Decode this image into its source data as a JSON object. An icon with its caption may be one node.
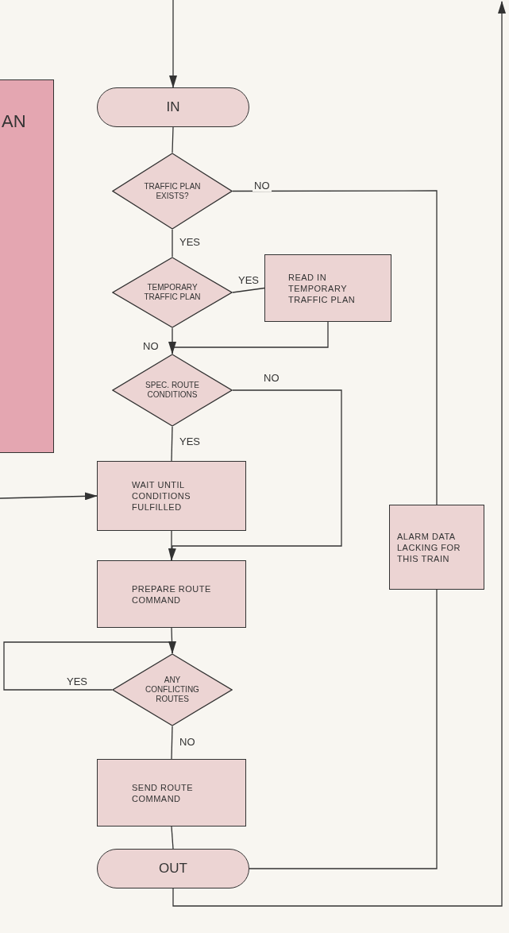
{
  "diagram": {
    "nodes": [
      {
        "text": [
          "AN"
        ]
      },
      {
        "text": [
          "IN"
        ]
      },
      {
        "text": [
          "TRAFFIC PLAN EXISTS?"
        ]
      },
      {
        "text": [
          "TEMPORARY TRAFFIC PLAN"
        ]
      },
      {
        "text": [
          "READ IN TEMPORARY TRAFFIC PLAN"
        ]
      },
      {
        "text": [
          "SPEC. ROUTE CONDITIONS"
        ]
      },
      {
        "text": [
          "WAIT UNTIL CONDITIONS FULFILLED"
        ]
      },
      {
        "text": [
          "PREPARE ROUTE COMMAND"
        ]
      },
      {
        "text": [
          "ANY CONFLICTING ROUTES"
        ]
      },
      {
        "text": [
          "ALARM DATA LACKING FOR THIS TRAIN"
        ]
      },
      {
        "text": [
          "SEND ROUTE COMMAND"
        ]
      },
      {
        "text": [
          "OUT"
        ]
      }
    ],
    "edges": [
      {
        "from": null,
        "to": 1,
        "arrow": "to"
      },
      {
        "from": 1,
        "to": 2,
        "arrow": "none"
      },
      {
        "from": 2,
        "to": 3,
        "arrow": "none",
        "label": "YES"
      },
      {
        "from": 3,
        "to": 4,
        "arrow": "none",
        "label": "YES"
      },
      {
        "from": 4,
        "to": 5,
        "arrow": "to"
      },
      {
        "from": 3,
        "to": 5,
        "arrow": "none",
        "label": "NO"
      },
      {
        "from": 5,
        "to": 6,
        "arrow": "none",
        "label": "YES"
      },
      {
        "from": 5,
        "to": 7,
        "arrow": "to",
        "label": "NO"
      },
      {
        "from": null,
        "to": 6,
        "arrow": "to"
      },
      {
        "from": 6,
        "to": 7,
        "arrow": "none"
      },
      {
        "from": 7,
        "to": 8,
        "arrow": "none"
      },
      {
        "from": 8,
        "to": 8,
        "arrow": "to",
        "label": "YES"
      },
      {
        "from": 8,
        "to": 10,
        "arrow": "none",
        "label": "NO"
      },
      {
        "from": 10,
        "to": 11,
        "arrow": "none"
      },
      {
        "from": 2,
        "to": 9,
        "arrow": "none",
        "label": "NO"
      },
      {
        "from": 9,
        "to": 11,
        "arrow": "none"
      },
      {
        "from": 11,
        "to": null,
        "arrow": "to"
      }
    ]
  }
}
